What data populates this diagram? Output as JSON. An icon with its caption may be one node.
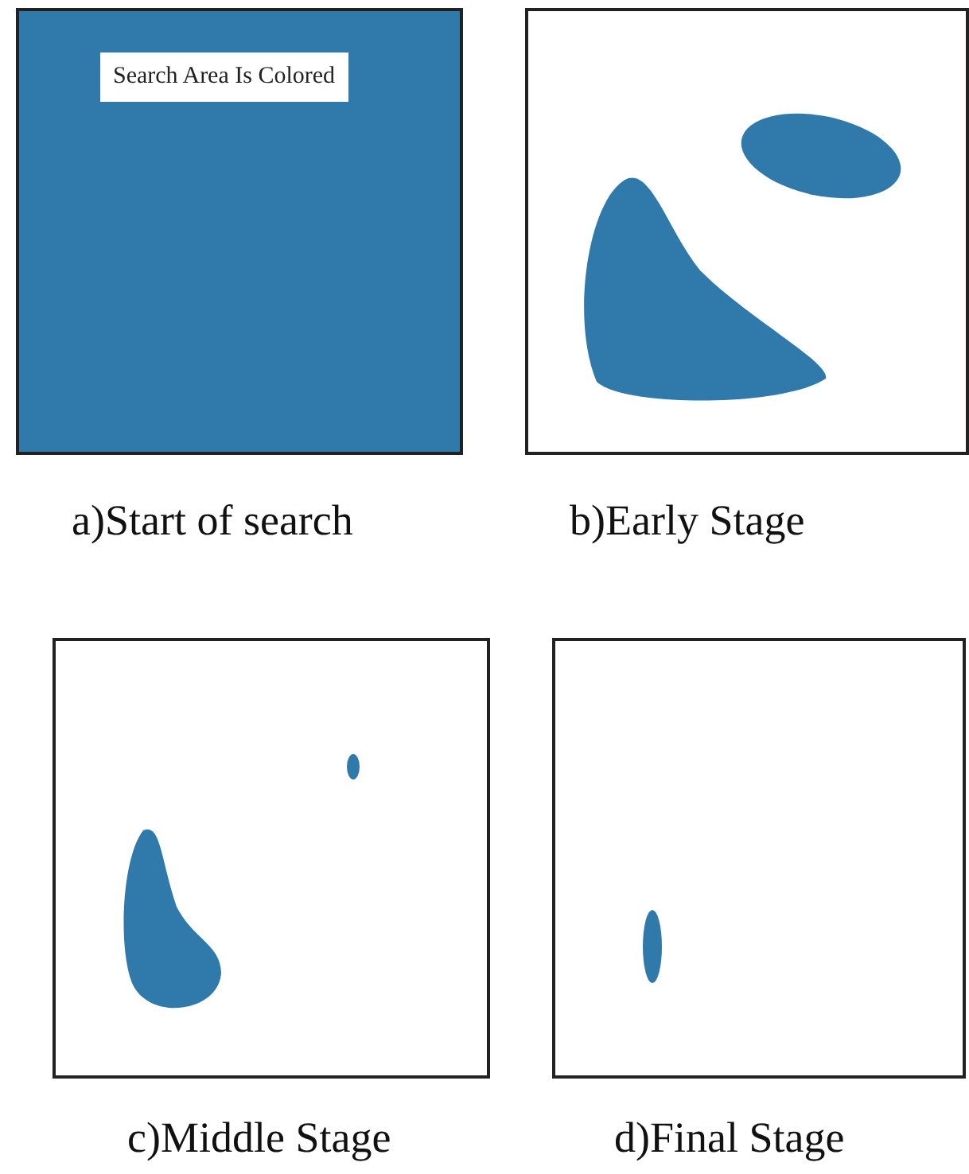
{
  "diagram": {
    "labels": [
      "Search Area Is Colored",
      "a)Start of search",
      "b)Early Stage",
      "c)Middle Stage",
      "d)Final Stage"
    ]
  }
}
